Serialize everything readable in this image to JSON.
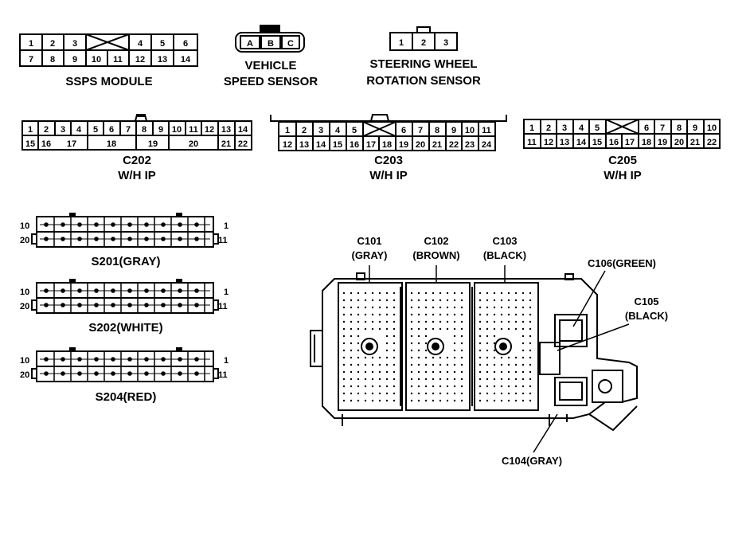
{
  "ssps": {
    "label": "SSPS MODULE",
    "row1": [
      "1",
      "2",
      "3",
      "",
      "4",
      "5",
      "6"
    ],
    "row2": [
      "7",
      "8",
      "9",
      "10",
      "11",
      "12",
      "13",
      "14"
    ]
  },
  "vss": {
    "label_line1": "VEHICLE",
    "label_line2": "SPEED SENSOR",
    "pins": [
      "A",
      "B",
      "C"
    ]
  },
  "swrs": {
    "label_line1": "STEERING WHEEL",
    "label_line2": "ROTATION SENSOR",
    "pins": [
      "1",
      "2",
      "3"
    ]
  },
  "c202": {
    "name": "C202",
    "sub": "W/H IP",
    "row1": [
      "1",
      "2",
      "3",
      "4",
      "5",
      "6",
      "7",
      "8",
      "9",
      "10",
      "11",
      "12",
      "13",
      "14"
    ],
    "row2": [
      "15",
      "16",
      "17",
      "18",
      "19",
      "20",
      "21",
      "22"
    ]
  },
  "c203": {
    "name": "C203",
    "sub": "W/H IP",
    "row1": [
      "1",
      "2",
      "3",
      "4",
      "5",
      "",
      "6",
      "7",
      "8",
      "9",
      "10",
      "11"
    ],
    "row2": [
      "12",
      "13",
      "14",
      "15",
      "16",
      "17",
      "18",
      "19",
      "20",
      "21",
      "22",
      "23",
      "24"
    ]
  },
  "c205": {
    "name": "C205",
    "sub": "W/H IP",
    "row1": [
      "1",
      "2",
      "3",
      "4",
      "5",
      "",
      "6",
      "7",
      "8",
      "9",
      "10"
    ],
    "row2": [
      "11",
      "12",
      "13",
      "14",
      "15",
      "16",
      "17",
      "18",
      "19",
      "20",
      "21",
      "22"
    ]
  },
  "splices": [
    {
      "label": "S201(GRAY)",
      "left_top": "10",
      "left_bottom": "20",
      "right_top": "1",
      "right_bottom": "11"
    },
    {
      "label": "S202(WHITE)",
      "left_top": "10",
      "left_bottom": "20",
      "right_top": "1",
      "right_bottom": "11"
    },
    {
      "label": "S204(RED)",
      "left_top": "10",
      "left_bottom": "20",
      "right_top": "1",
      "right_bottom": "11"
    }
  ],
  "fuse_block": {
    "c101_line1": "C101",
    "c101_line2": "(GRAY)",
    "c102_line1": "C102",
    "c102_line2": "(BROWN)",
    "c103_line1": "C103",
    "c103_line2": "(BLACK)",
    "c106": "C106(GREEN)",
    "c105_line1": "C105",
    "c105_line2": "(BLACK)",
    "c104": "C104(GRAY)"
  }
}
